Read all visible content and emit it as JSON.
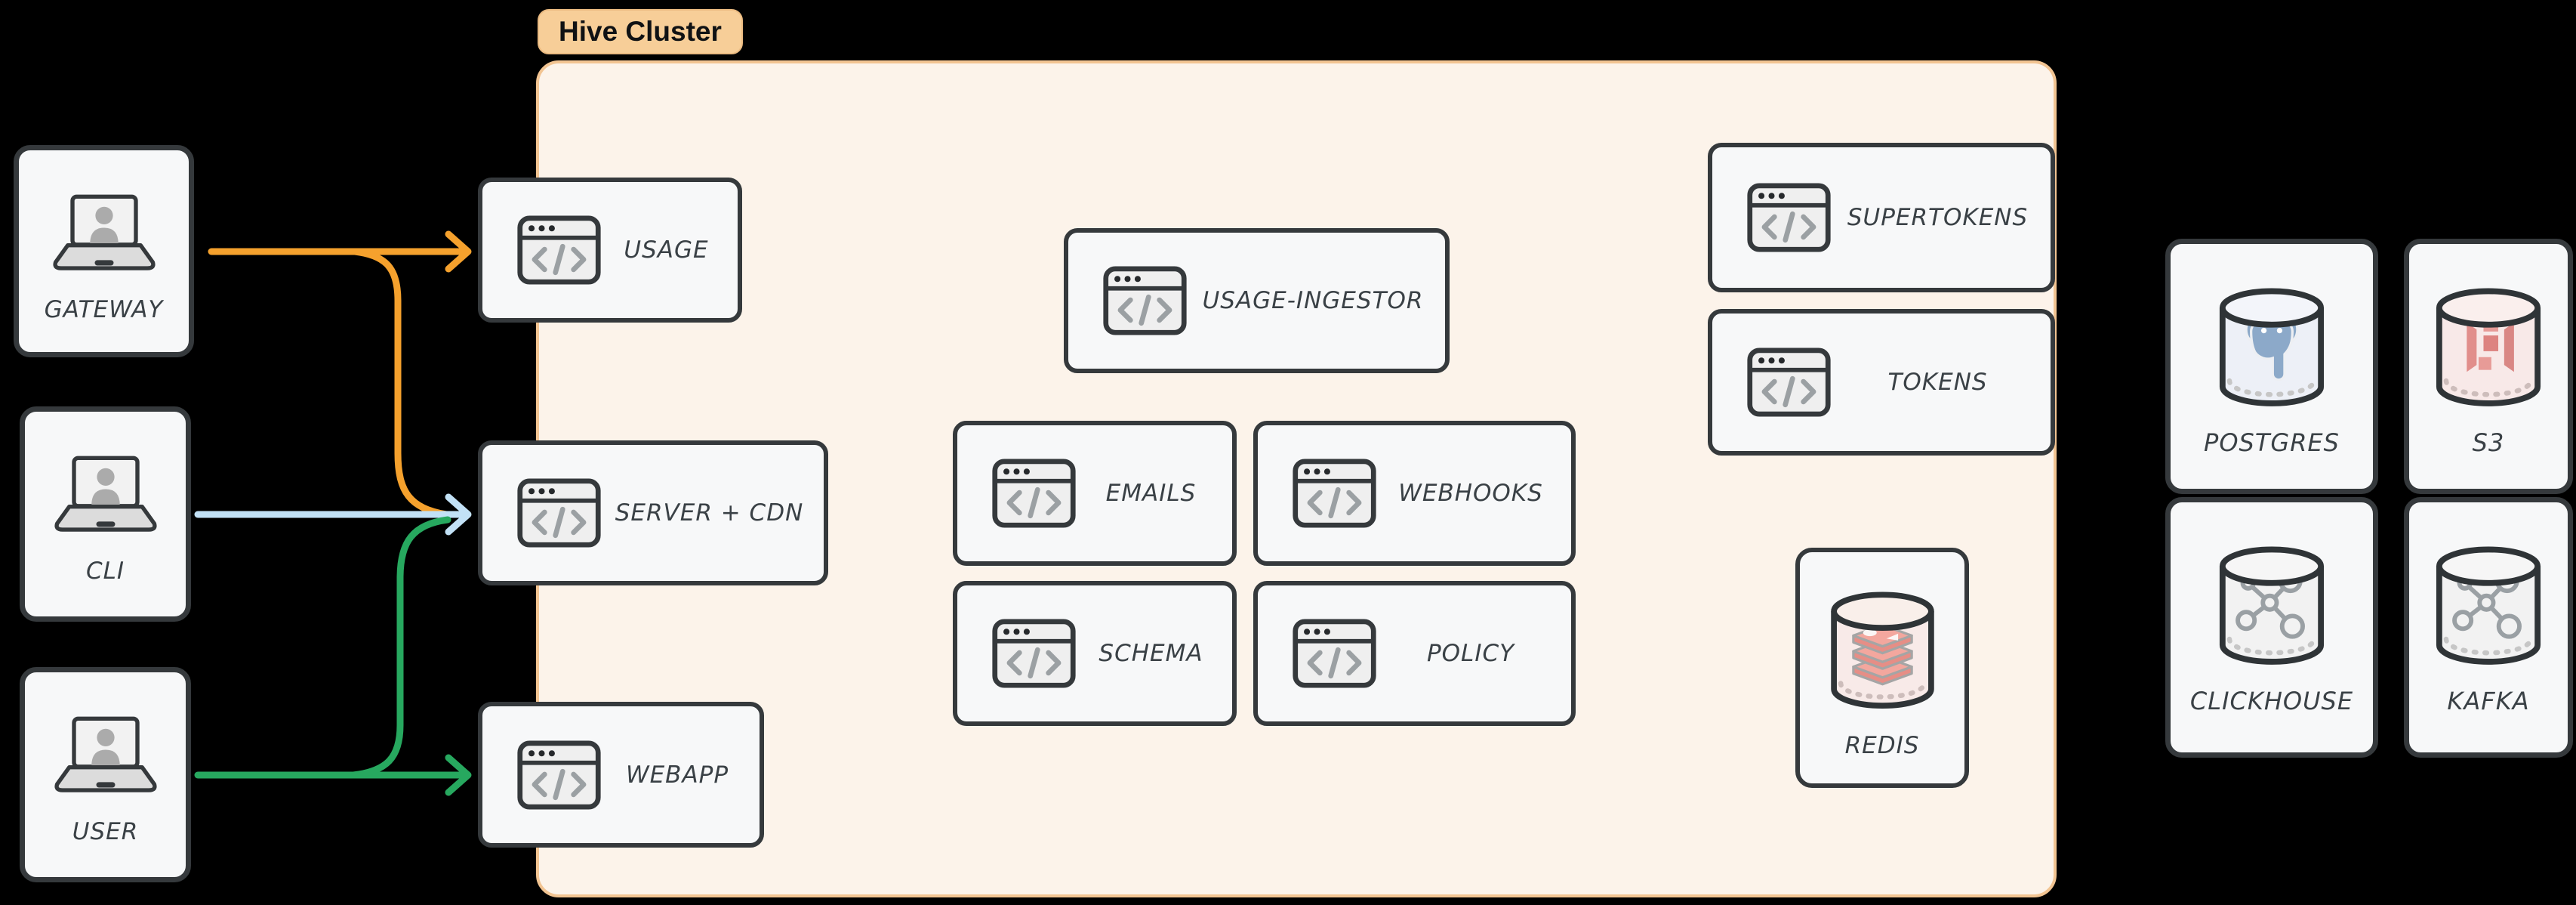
{
  "title_badge": {
    "label": "Hive Cluster"
  },
  "clients": [
    {
      "label": "GATEWAY"
    },
    {
      "label": "CLI"
    },
    {
      "label": "USER"
    }
  ],
  "services": {
    "usage": {
      "label": "USAGE"
    },
    "server_cdn": {
      "label": "SERVER + CDN"
    },
    "webapp": {
      "label": "WEBAPP"
    },
    "usage_ingestor": {
      "label": "USAGE-INGESTOR"
    },
    "emails": {
      "label": "EMAILS"
    },
    "webhooks": {
      "label": "WEBHOOKS"
    },
    "schema": {
      "label": "SCHEMA"
    },
    "policy": {
      "label": "POLICY"
    },
    "supertokens": {
      "label": "SUPERTOKENS"
    },
    "tokens": {
      "label": "TOKENS"
    },
    "redis": {
      "label": "REDIS"
    }
  },
  "datastores": [
    {
      "label": "POSTGRES"
    },
    {
      "label": "S3"
    },
    {
      "label": "CLICKHOUSE"
    },
    {
      "label": "KAFKA"
    }
  ],
  "edges": [
    {
      "from": "GATEWAY",
      "to": "USAGE",
      "color": "#F5A12D"
    },
    {
      "from": "GATEWAY",
      "to": "SERVER + CDN",
      "color": "#F5A12D"
    },
    {
      "from": "CLI",
      "to": "SERVER + CDN",
      "color": "#C2E1F6"
    },
    {
      "from": "USER",
      "to": "SERVER + CDN",
      "color": "#27A85F"
    },
    {
      "from": "USER",
      "to": "WEBAPP",
      "color": "#27A85F"
    }
  ],
  "colors": {
    "background": "#000000",
    "cluster_fill": "#FCF3EA",
    "cluster_border": "#F2C492",
    "badge_fill": "#F7CE98",
    "box_fill": "#F7F8F9",
    "box_border": "#35393C",
    "label_text": "#3A4146",
    "arrow_orange": "#F5A12D",
    "arrow_blue": "#C2E1F6",
    "arrow_green": "#27A85F",
    "redis_pink": "#F3A79E",
    "postgres_blue": "#8CA9C9",
    "s3_red": "#E18E8B"
  },
  "icons": {
    "client": "laptop-user-icon",
    "service": "code-window-icon",
    "redis": "redis-database-icon",
    "postgres": "postgres-database-icon",
    "s3": "s3-database-icon",
    "clickhouse": "clickhouse-database-icon",
    "kafka": "kafka-database-icon"
  }
}
